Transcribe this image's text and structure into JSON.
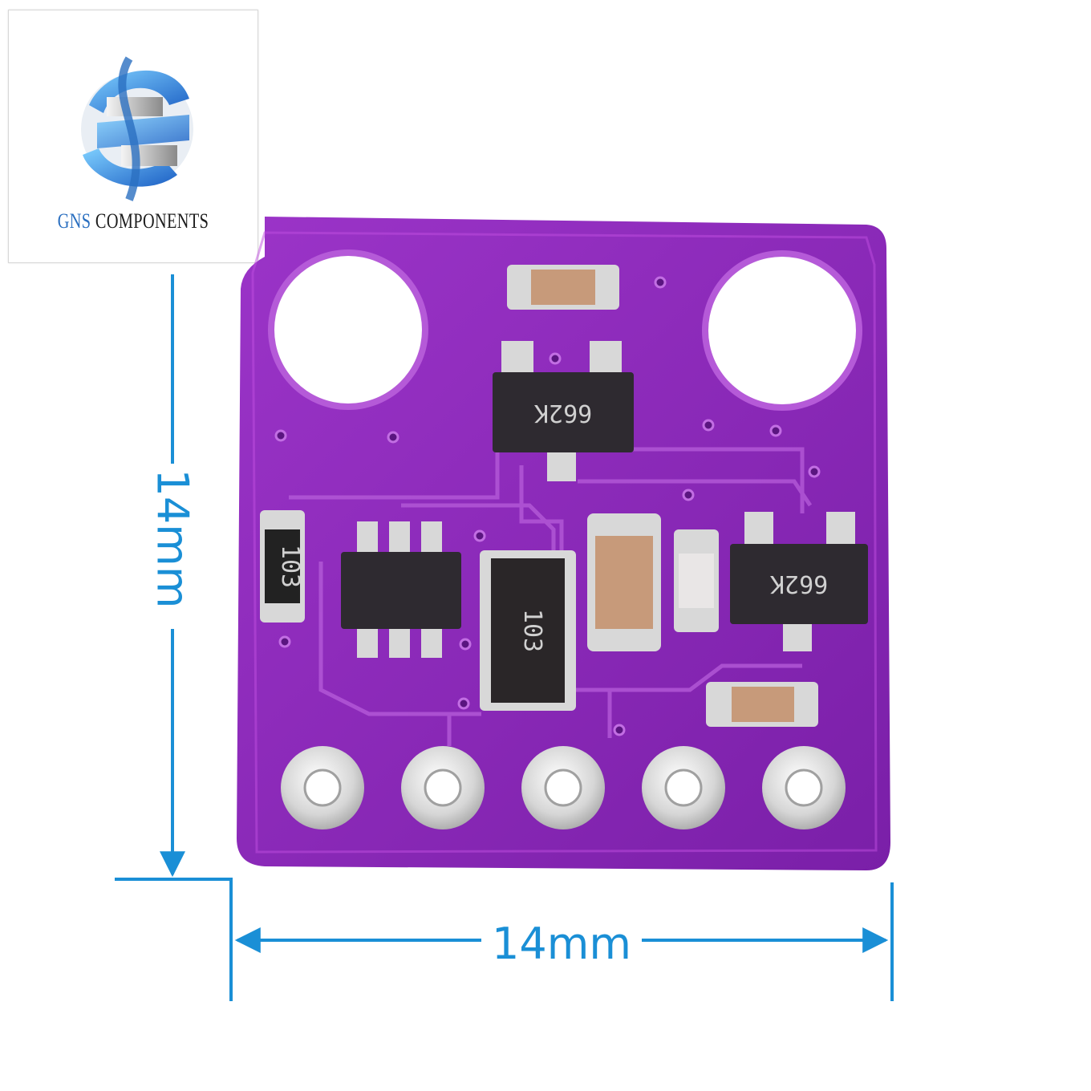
{
  "logo": {
    "brand_first": "GNS",
    "brand_rest": " COMPONENTS",
    "icon": "gns-globe-logo"
  },
  "dimensions": {
    "height": "14mm",
    "width": "14mm"
  },
  "board": {
    "chip_marking_top": "662K",
    "chip_marking_right": "662K",
    "resistor_network": "103",
    "resistor_left": "103"
  },
  "colors": {
    "pcb": "#8a2ab8",
    "dimension": "#1a8fd6"
  }
}
